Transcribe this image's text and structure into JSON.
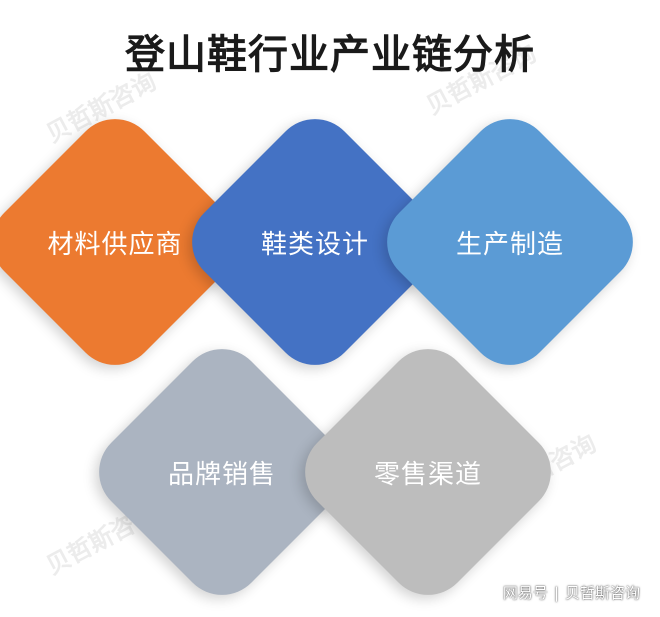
{
  "title": "登山鞋行业产业链分析",
  "nodes": [
    {
      "label": "材料供应商",
      "color": "#EC7A30"
    },
    {
      "label": "鞋类设计",
      "color": "#4472C4"
    },
    {
      "label": "生产制造",
      "color": "#5B9BD5"
    },
    {
      "label": "品牌销售",
      "color": "#ABB4C1"
    },
    {
      "label": "零售渠道",
      "color": "#BDBDBD"
    }
  ],
  "watermark": "贝哲斯咨询",
  "footer": {
    "source": "网易号",
    "separator": "|",
    "author": "贝哲斯咨询"
  }
}
